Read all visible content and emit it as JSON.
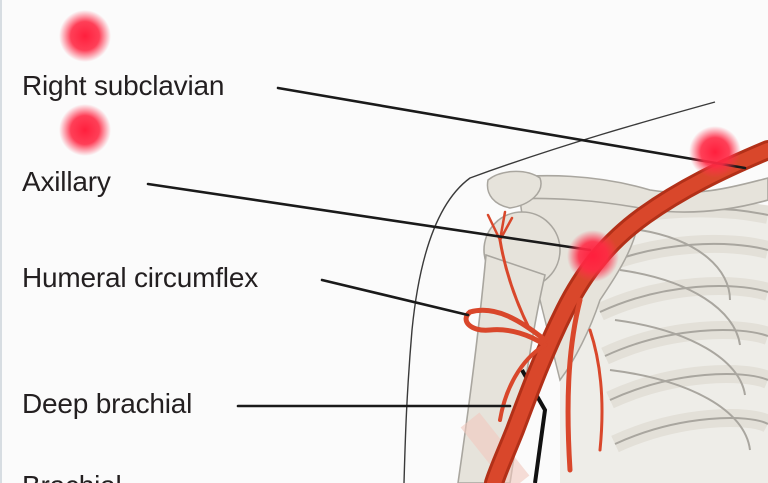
{
  "labels": [
    "Right subclavian",
    "Axillary",
    "Humeral circumflex",
    "Deep brachial",
    "Brachial"
  ],
  "colors": {
    "artery": "#d9472b",
    "artery_dark": "#b23018",
    "bone_fill": "#e6e3db",
    "bone_stroke": "#a9a69f",
    "leader": "#1a1a1a",
    "marker": "#ff2140"
  }
}
